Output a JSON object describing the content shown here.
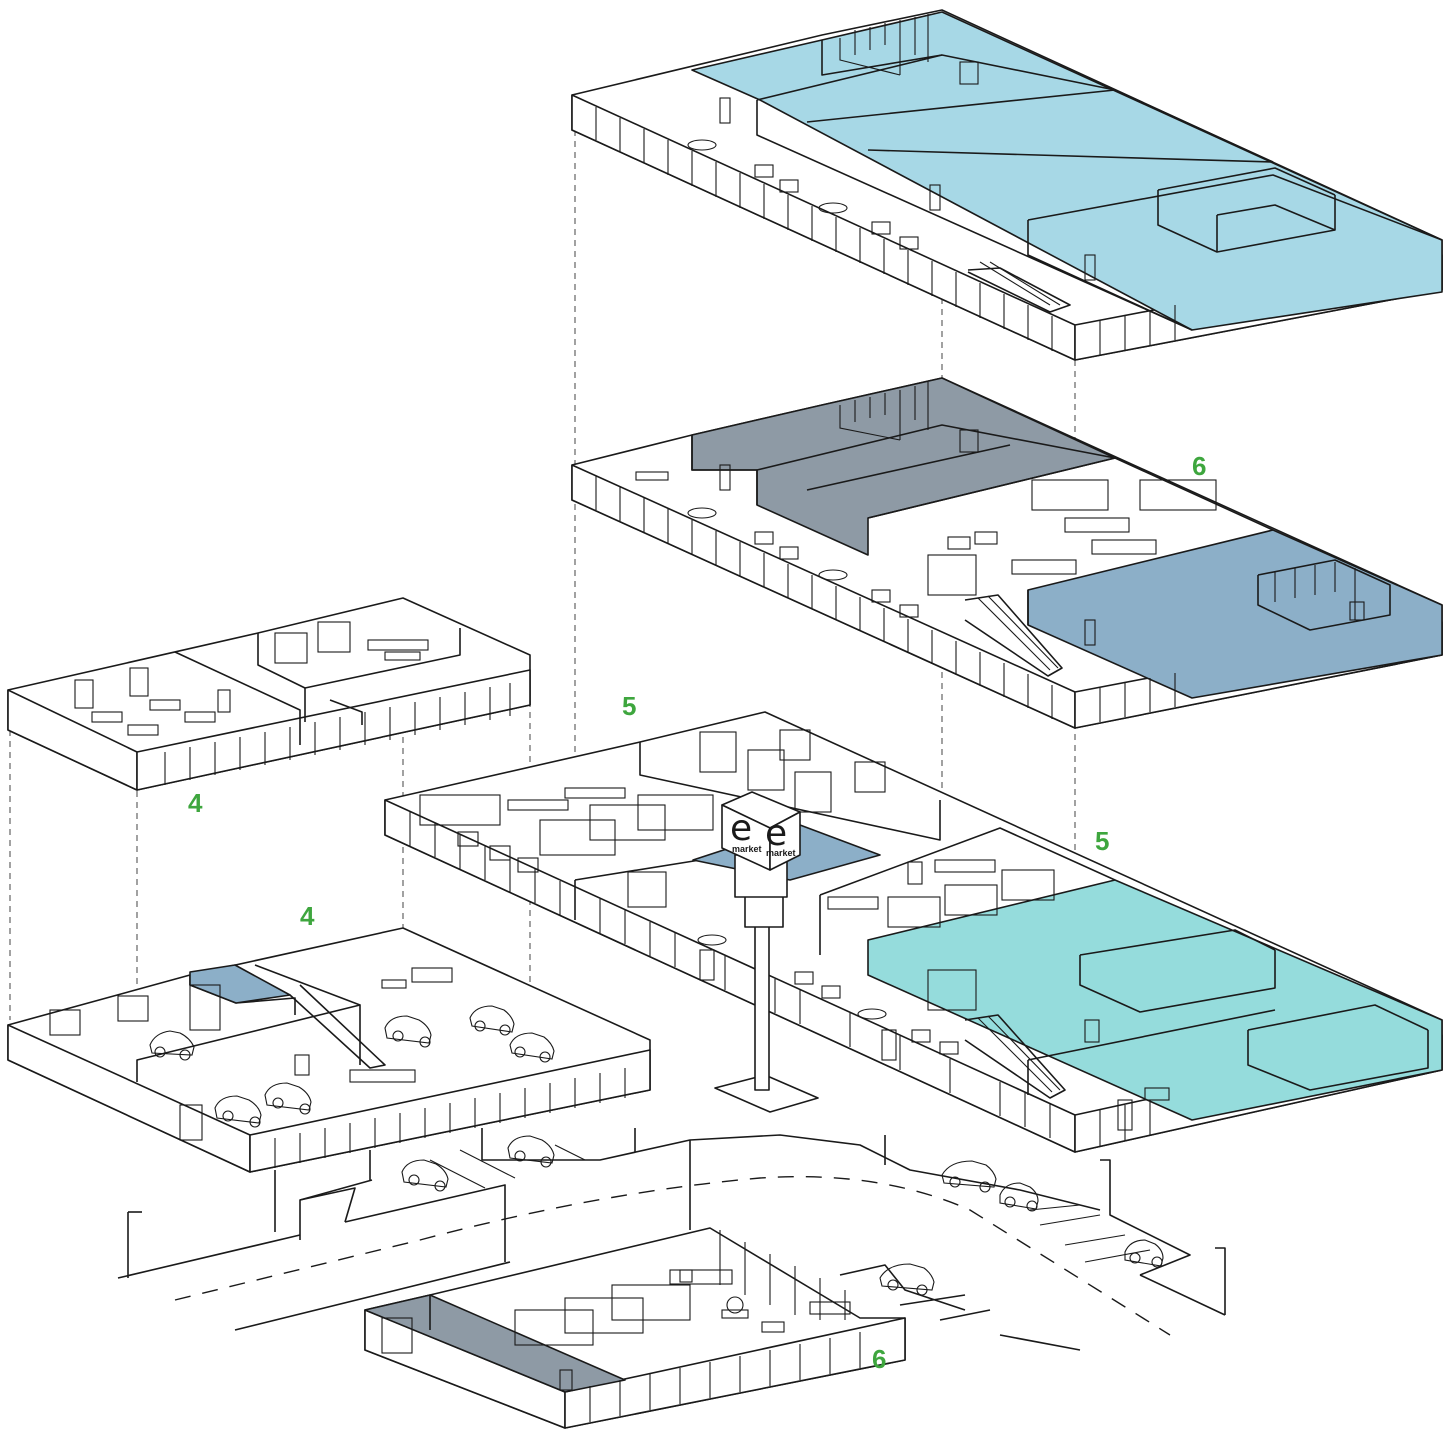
{
  "labels": {
    "level_4_upper": "4",
    "level_4_lower": "4",
    "level_5_upper": "5",
    "level_5_right": "5",
    "level_6_upper": "6",
    "level_6_lower": "6"
  },
  "sign": {
    "letter": "e",
    "word": "market"
  },
  "colors": {
    "label_green": "#3ea63e",
    "zone_light_blue": "#a7d8e6",
    "zone_gray": "#8e9aa5",
    "zone_steel_blue": "#8cafc8",
    "zone_teal": "#95dcdc"
  }
}
